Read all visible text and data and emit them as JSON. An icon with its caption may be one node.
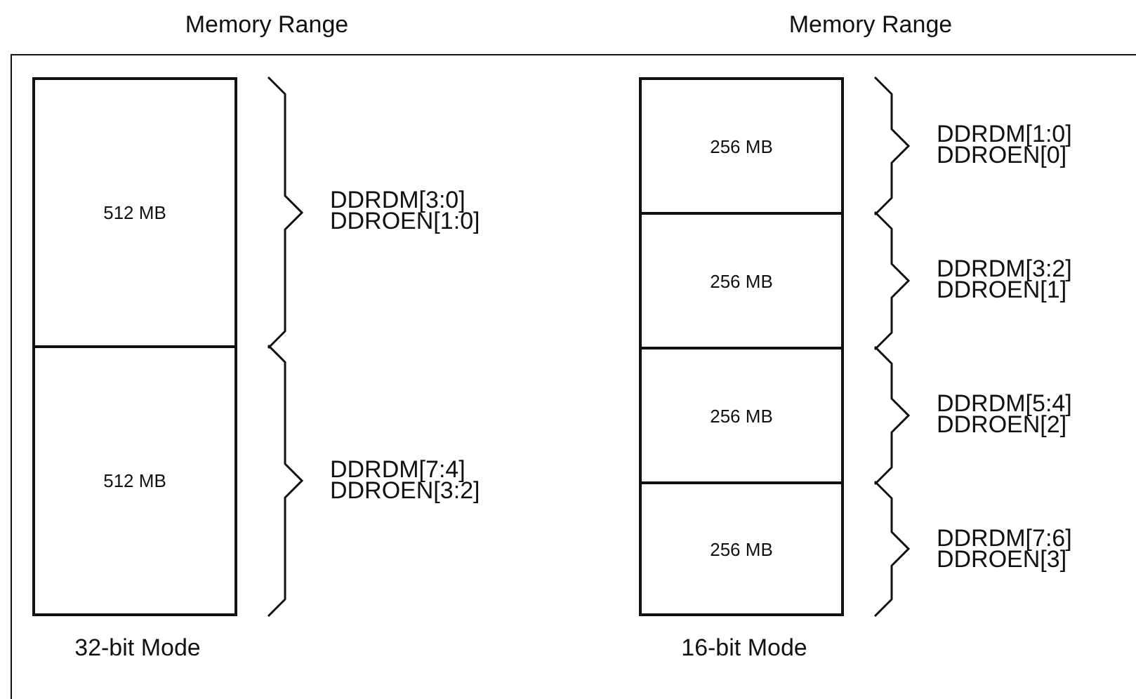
{
  "diagram": {
    "nodes": [
      {
        "text": [
          "512 MB"
        ]
      },
      {
        "text": [
          "512 MB"
        ]
      },
      {
        "text": [
          "256 MB"
        ]
      },
      {
        "text": [
          "256 MB"
        ]
      },
      {
        "text": [
          "256 MB"
        ]
      },
      {
        "text": [
          "256 MB"
        ]
      }
    ],
    "edges": [],
    "labels": [
      "Memory Range",
      "Memory Range",
      "DDRDM[3:0] DDROEN[1:0]",
      "DDRDM[7:4] DDROEN[3:2]",
      "DDRDM[1:0] DDROEN[0]",
      "DDRDM[3:2] DDROEN[1]",
      "DDRDM[5:4] DDROEN[2]",
      "DDRDM[7:6] DDROEN[3]",
      "32-bit Mode",
      "16-bit Mode"
    ]
  }
}
